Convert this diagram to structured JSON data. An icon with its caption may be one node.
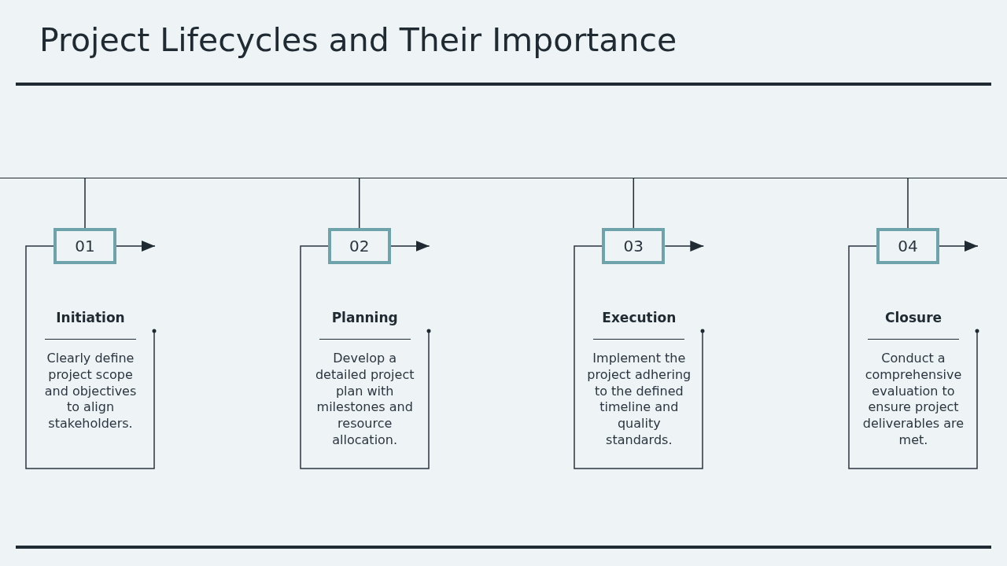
{
  "diagram": {
    "title": "Project Lifecycles and Their Importance",
    "nodes": [
      {
        "text": [],
        "shape": "bar"
      },
      {
        "text": [
          "01"
        ]
      },
      {
        "text": [
          "Initiation",
          "Clearly define project scope and objectives to align stakeholders."
        ]
      },
      {
        "text": [
          "02"
        ]
      },
      {
        "text": [
          "Planning",
          "Develop a detailed project plan with milestones and resource allocation."
        ]
      },
      {
        "text": [
          "03"
        ]
      },
      {
        "text": [
          "Execution",
          "Implement the project adhering to the defined timeline and quality standards."
        ]
      },
      {
        "text": [
          "04"
        ]
      },
      {
        "text": [
          "Closure",
          "Conduct a comprehensive evaluation to ensure project deliverables are met."
        ]
      }
    ],
    "edges": [
      {
        "from": 0,
        "to": 1,
        "arrow": "none"
      },
      {
        "from": 1,
        "to": 2,
        "arrow": "to"
      },
      {
        "from": 0,
        "to": 3,
        "arrow": "none"
      },
      {
        "from": 3,
        "to": 4,
        "arrow": "to"
      },
      {
        "from": 0,
        "to": 5,
        "arrow": "none"
      },
      {
        "from": 5,
        "to": 6,
        "arrow": "to"
      },
      {
        "from": 0,
        "to": 7,
        "arrow": "none"
      },
      {
        "from": 7,
        "to": 8,
        "arrow": "to"
      }
    ]
  }
}
